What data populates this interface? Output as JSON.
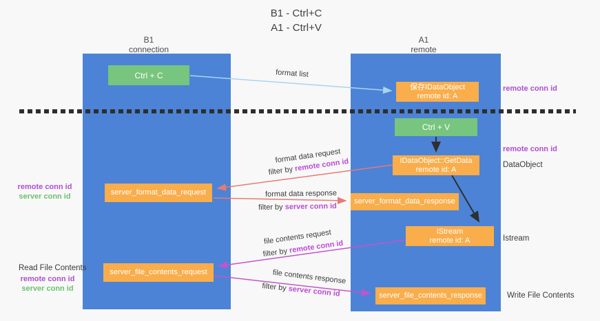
{
  "title": {
    "line1": "B1 - Ctrl+C",
    "line2": "A1 - Ctrl+V"
  },
  "columns": {
    "left": {
      "name": "B1",
      "subtitle": "connection"
    },
    "right": {
      "name": "A1",
      "subtitle": "remote"
    }
  },
  "boxes": {
    "ctrl_c": "Ctrl + C",
    "ctrl_v": "Ctrl + V",
    "save_idataobject": {
      "line1": "保存IDataObject",
      "line2": "remote id: A"
    },
    "getdata": {
      "line1": "IDataObject::GetData",
      "line2": "remote id: A"
    },
    "istream": {
      "line1": "IStream",
      "line2": "remote id: A"
    },
    "server_format_data_request": "server_format_data_request",
    "server_format_data_response": "server_format_data_response",
    "server_file_contents_request": "server_file_contents_request",
    "server_file_contents_response": "server_file_contents_response"
  },
  "side_labels": {
    "remote_conn_top_right": "remote conn id",
    "remote_conn_mid_right": "remote conn id",
    "dataobject": "DataObject",
    "istream": "Istream",
    "write_file_contents": "Write File Contents",
    "read_file_contents": "Read File Contents",
    "left_top": {
      "purple": "remote conn id",
      "green": "server conn id"
    },
    "left_bottom": {
      "purple": "remote conn id",
      "green": "server conn id"
    }
  },
  "arrow_labels": {
    "format_list": "format list",
    "format_data_request": "format data request",
    "filter_remote_1": {
      "prefix": "filter by ",
      "emph": "remote conn id"
    },
    "format_data_response": "format data response",
    "filter_server_1": {
      "prefix": "filter by ",
      "emph": "server conn id"
    },
    "file_contents_request": "file contents request",
    "filter_remote_2": {
      "prefix": "filter by ",
      "emph": "remote conn id"
    },
    "file_contents_response": "file contents response",
    "filter_server_2": {
      "prefix": "filter by ",
      "emph": "server conn id"
    }
  },
  "colors": {
    "column_blue": "#4c83d6",
    "box_orange": "#f9ad4b",
    "box_green": "#77c57e",
    "label_purple": "#ad4fd1",
    "label_green": "#6fbf72",
    "label_magenta": "#bb4bd4",
    "arrow_lightblue": "#a9d5f2",
    "arrow_red": "#e87974",
    "arrow_magenta": "#c553cb",
    "arrow_black": "#2f2f2f"
  }
}
